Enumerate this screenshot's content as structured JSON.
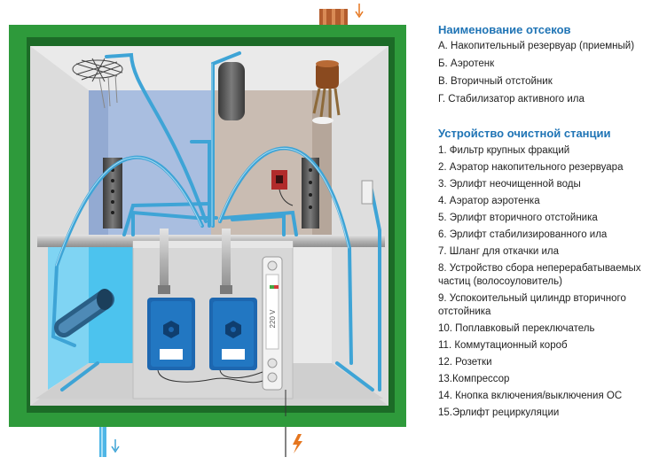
{
  "colors": {
    "frame_green": "#2e9a3b",
    "frame_dark": "#1c6b27",
    "pipe_blue": "#3ea4d6",
    "water_blue": "#4cc3ee",
    "tank_a": "#a9bee0",
    "tank_b": "#c9bcb2",
    "heading_blue": "#1f74b5",
    "compressor_blue": "#1d67b0"
  },
  "legend": {
    "compartments_title": "Наименование отсеков",
    "compartments": [
      "А. Накопительный резервуар (приемный)",
      "Б. Аэротенк",
      "В. Вторичный отстойник",
      "Г. Стабилизатор активного ила"
    ],
    "devices_title": "Устройство очистной станции",
    "devices": [
      "1. Фильтр крупных фракций",
      "2. Аэратор накопительного резервуара",
      "3. Эрлифт неочищенной воды",
      "4. Аэратор аэротенка",
      "5. Эрлифт вторичного отстойника",
      "6. Эрлифт стабилизированного ила",
      "7. Шланг для откачки ила",
      "8. Устройство сбора неперерабатываемых частиц (волосоуловитель)",
      "9. Успокоительный цилиндр вторичного отстойника",
      "10. Поплавковый переключатель",
      "11. Коммутационный короб",
      "12. Розетки",
      "13.Компрессор",
      "14. Кнопка включения/выключения ОС",
      "15.Эрлифт рециркуляции"
    ]
  },
  "diagram": {
    "voltage_label": "220 V"
  }
}
